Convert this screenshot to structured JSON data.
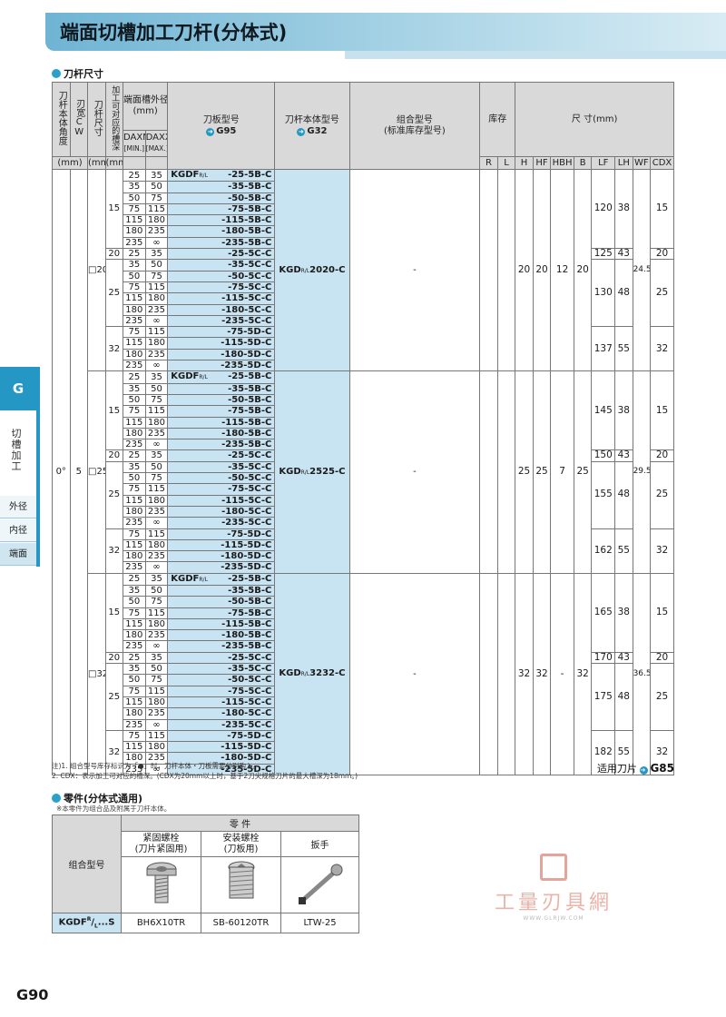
{
  "title": "端面切槽加工刀杆(分体式)",
  "section1": "刀杆尺寸",
  "section2": "零件(分体式通用)",
  "section2_note": "※本零件为组合品及附属于刀杆本体。",
  "side": {
    "tab": "G",
    "label": "切槽加工",
    "nav": [
      "外径",
      "内径",
      "端面"
    ]
  },
  "headers": {
    "angle": "刀杆本体角度",
    "cw": "刃宽CW",
    "shank": "刀杆尺寸",
    "depth": "加工可对应的槽深",
    "dia": "端面槽外径",
    "dia_unit": "(mm)",
    "daxn": "DAXN",
    "daxn_sub": "[MIN.]",
    "daxx": "DAXX",
    "daxx_sub": "[MAX.]",
    "insert": "刀板型号",
    "insert_ref": "G95",
    "body": "刀杆本体型号",
    "body_ref": "G32",
    "combo": "组合型号",
    "combo_sub": "(标准库存型号)",
    "stock": "库存",
    "R": "R",
    "L": "L",
    "dims": "尺  寸(mm)",
    "H": "H",
    "HF": "HF",
    "HBH": "HBH",
    "B": "B",
    "LF": "LF",
    "LH": "LH",
    "WF": "WF",
    "CDX": "CDX",
    "mm": "(mm)"
  },
  "common": {
    "angle": "0°",
    "cw": "5"
  },
  "groups": [
    {
      "shank": "□20",
      "body_code": "KGD",
      "body_tail": "2020-C",
      "combo": "-",
      "H": "20",
      "HF": "20",
      "HBH": "12",
      "B": "20",
      "WF": "24.5",
      "sub": [
        {
          "depth": "15",
          "LF": "120",
          "LH": "38",
          "CDX": "15"
        },
        {
          "depth": "20",
          "LF": "125",
          "LH": "43",
          "CDX": "20"
        },
        {
          "depth": "25",
          "LF": "130",
          "LH": "48",
          "CDX": "25"
        },
        {
          "depth": "32",
          "LF": "137",
          "LH": "55",
          "CDX": "32"
        }
      ]
    },
    {
      "shank": "□25",
      "body_code": "KGD",
      "body_tail": "2525-C",
      "combo": "-",
      "H": "25",
      "HF": "25",
      "HBH": "7",
      "B": "25",
      "WF": "29.5",
      "sub": [
        {
          "depth": "15",
          "LF": "145",
          "LH": "38",
          "CDX": "15"
        },
        {
          "depth": "20",
          "LF": "150",
          "LH": "43",
          "CDX": "20"
        },
        {
          "depth": "25",
          "LF": "155",
          "LH": "48",
          "CDX": "25"
        },
        {
          "depth": "32",
          "LF": "162",
          "LH": "55",
          "CDX": "32"
        }
      ]
    },
    {
      "shank": "□32",
      "body_code": "KGD",
      "body_tail": "3232-C",
      "combo": "-",
      "H": "32",
      "HF": "32",
      "HBH": "-",
      "B": "32",
      "WF": "36.5",
      "sub": [
        {
          "depth": "15",
          "LF": "165",
          "LH": "38",
          "CDX": "15"
        },
        {
          "depth": "20",
          "LF": "170",
          "LH": "43",
          "CDX": "20"
        },
        {
          "depth": "25",
          "LF": "175",
          "LH": "48",
          "CDX": "25"
        },
        {
          "depth": "32",
          "LF": "182",
          "LH": "55",
          "CDX": "32"
        }
      ]
    }
  ],
  "insert_prefix": "KGDF",
  "rows15": [
    [
      "25",
      "35",
      "-25-5B-C"
    ],
    [
      "35",
      "50",
      "-35-5B-C"
    ],
    [
      "50",
      "75",
      "-50-5B-C"
    ],
    [
      "75",
      "115",
      "-75-5B-C"
    ],
    [
      "115",
      "180",
      "-115-5B-C"
    ],
    [
      "180",
      "235",
      "-180-5B-C"
    ],
    [
      "235",
      "∞",
      "-235-5B-C"
    ]
  ],
  "rows20": [
    [
      "25",
      "35",
      "-25-5C-C"
    ]
  ],
  "rows25": [
    [
      "35",
      "50",
      "-35-5C-C"
    ],
    [
      "50",
      "75",
      "-50-5C-C"
    ],
    [
      "75",
      "115",
      "-75-5C-C"
    ],
    [
      "115",
      "180",
      "-115-5C-C"
    ],
    [
      "180",
      "235",
      "-180-5C-C"
    ],
    [
      "235",
      "∞",
      "-235-5C-C"
    ]
  ],
  "rows32": [
    [
      "75",
      "115",
      "-75-5D-C"
    ],
    [
      "115",
      "180",
      "-115-5D-C"
    ],
    [
      "180",
      "235",
      "-180-5D-C"
    ],
    [
      "235",
      "∞",
      "-235-5D-C"
    ]
  ],
  "notes": [
    "注)1. 组合型号库存标识为「●」时，刀杆本体・刀板需要分别购入。",
    "  2. CDX：表示加工可对应的槽深。(CDX为20mm以上时，基于2刀尖规格刀片的最大槽深为18mm。)"
  ],
  "insert_ref": {
    "label": "适用刀片",
    "page": "G85"
  },
  "parts": {
    "combo_header": "组合型号",
    "group_header": "零  件",
    "cols": [
      "紧固螺栓\n(刀片紧固用)",
      "安装螺栓\n(刀板用)",
      "扳手"
    ],
    "combo_code": "KGDF",
    "combo_tail": "...S",
    "values": [
      "BH6X10TR",
      "SB-60120TR",
      "LTW-25"
    ]
  },
  "page_number": "G90",
  "watermark": {
    "name": "工量刃具網",
    "url": "WWW.GLRJW.COM"
  }
}
